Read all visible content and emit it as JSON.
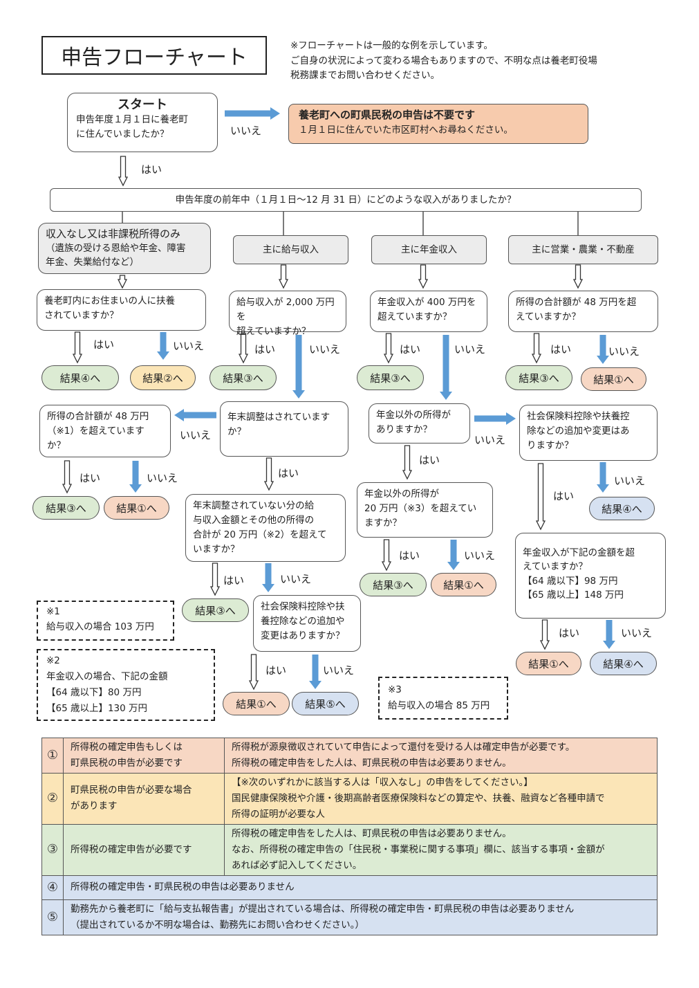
{
  "title": "申告フローチャート",
  "header_note": "※フローチャートは一般的な例を示しています。\nご自身の状況によって変わる場合もありますので、不明な点は養老町役場\n税務課までお問い合わせください。",
  "start": {
    "title": "スタート",
    "question": "申告年度１月１日に養老町\nに住んでいましたか？"
  },
  "no_filing": {
    "title": "養老町への町県民税の申告は不要です",
    "text": "１月１日に住んでいた市区町村へお尋ねください。"
  },
  "income_question": "申告年度の前年中（１月１日～12 月 31 日）にどのような収入がありましたか？",
  "categories": {
    "none": {
      "title": "収入なし又は非課税所得のみ",
      "text": "（遺族の受ける恩給や年金、障害\n年金、失業給付など）"
    },
    "salary": "主に給与収入",
    "pension": "主に年金収入",
    "business": "主に営業・農業・不動産"
  },
  "questions": {
    "dependent": "養老町内にお住まいの人に扶養\nされていますか？",
    "salary_2000": "給与収入が 2,000 万円を\n超えていますか？",
    "pension_400": "年金収入が 400 万円を\n超えていますか？",
    "business_48": "所得の合計額が 48 万円を超\nえていますか？",
    "income_48": "所得の合計額が 48 万円\n（※1）を超えています\nか？",
    "year_end": "年末調整はされています\nか？",
    "other_income": "年金以外の所得が\nありますか？",
    "social_insurance_1": "社会保険料控除や扶養控\n除などの追加や変更はあ\nりますか？",
    "not_adjusted_20": "年末調整されていない分の給\n与収入金額とその他の所得の\n合計が 20 万円（※2）を超えて\nいますか？",
    "other_20": "年金以外の所得が\n20 万円（※3）を超えてい\nますか？",
    "social_insurance_2": "社会保険料控除や扶\n養控除などの追加や\n変更はありますか？",
    "pension_amount": "年金収入が下記の金額を超\nえていますか？\n【64 歳以下】98 万円\n【65 歳以上】148 万円"
  },
  "labels": {
    "yes": "はい",
    "no": "いいえ"
  },
  "results": {
    "r1": "結果①へ",
    "r2": "結果②へ",
    "r3": "結果③へ",
    "r4": "結果④へ",
    "r5": "結果⑤へ"
  },
  "notes": {
    "n1": "※1\n給与収入の場合 103 万円",
    "n2": "※2\n年金収入の場合、下記の金額\n【64 歳以下】80 万円\n【65 歳以上】130 万円",
    "n3": "※3\n給与収入の場合 85 万円"
  },
  "legend": [
    {
      "num": "①",
      "label": "所得税の確定申告もしくは\n町県民税の申告が必要です",
      "text": "所得税が源泉徴収されていて申告によって還付を受ける人は確定申告が必要です。\n所得税の確定申告をした人は、町県民税の申告は必要ありません。",
      "color": "#f7d7c4"
    },
    {
      "num": "②",
      "label": "町県民税の申告が必要な場合\nがあります",
      "text": "【※次のいずれかに該当する人は「収入なし」の申告をしてください。】\n国民健康保険税や介護・後期高齢者医療保険料などの算定や、扶養、融資など各種申請で\n所得の証明が必要な人",
      "color": "#fbe5b7"
    },
    {
      "num": "③",
      "label": "所得税の確定申告が必要です",
      "text": "所得税の確定申告をした人は、町県民税の申告は必要ありません。\nなお、所得税の確定申告の「住民税・事業税に関する事項」欄に、該当する事項・金額が\nあれば必ず記入してください。",
      "color": "#dcebd3"
    },
    {
      "num": "④",
      "text": "所得税の確定申告・町県民税の申告は必要ありません",
      "color": "#d6e1f1"
    },
    {
      "num": "⑤",
      "text": "勤務先から養老町に「給与支払報告書」が提出されている場合は、所得税の確定申告・町県民税の申告は必要ありません\n（提出されているか不明な場合は、勤務先にお問い合わせください。）",
      "color": "#d6e1f1"
    }
  ]
}
